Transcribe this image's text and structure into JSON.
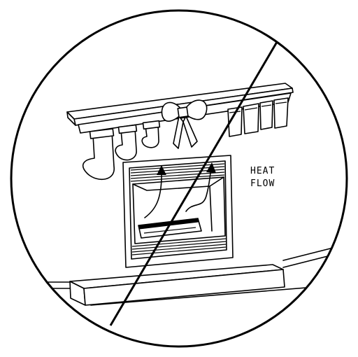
{
  "diagram": {
    "label_line1": "HEAT",
    "label_line2": "FLOW",
    "ink_color": "#000000",
    "paper_color": "#ffffff",
    "prohibition_marker": "circle-with-diagonal-slash"
  }
}
